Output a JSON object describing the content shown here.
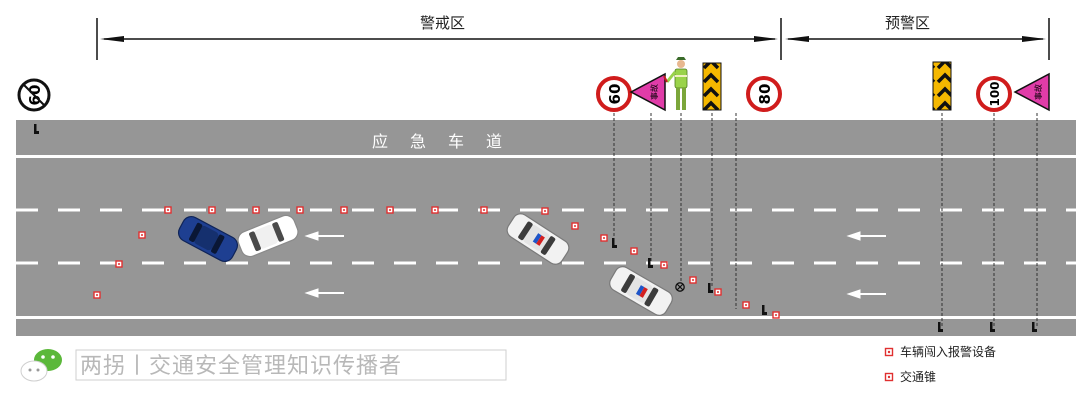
{
  "zones": {
    "warning_zone_label": "警戒区",
    "pre_warning_zone_label": "预警区"
  },
  "road": {
    "emergency_lane_label": "应急车道"
  },
  "signs": {
    "speed_limit_left": "60",
    "speed_limit_mid": "60",
    "speed_limit_80": "80",
    "speed_limit_100": "100",
    "accident_sign_left": "事故",
    "accident_sign_right": "事故"
  },
  "legend": {
    "intrusion_alarm": "车辆闯入报警设备",
    "traffic_cone": "交通锥"
  },
  "watermark": {
    "text": "两拐丨交通安全管理知识传播者"
  },
  "colors": {
    "road": "#969696",
    "lane_marking": "#ffffff",
    "accident_sign": "#e03ca8",
    "speed_sign_border": "#d01c1c",
    "chevron": "#f5b800",
    "car_blue": "#1e3f91",
    "cone": "#e03030"
  }
}
